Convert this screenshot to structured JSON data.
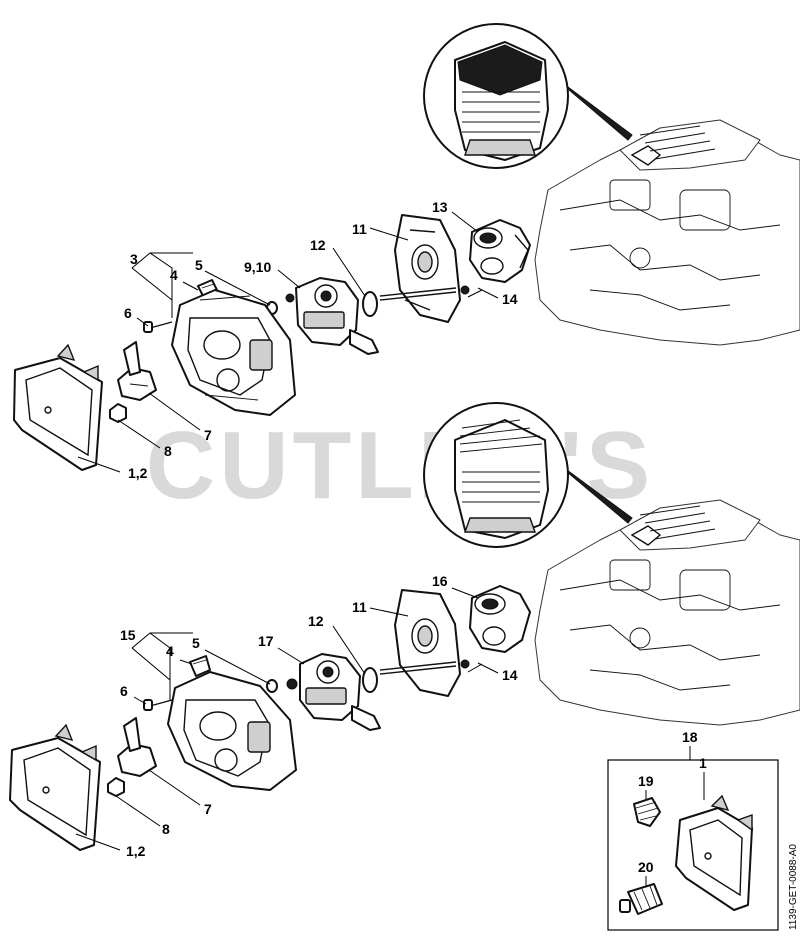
{
  "watermark": "CUTLER'S",
  "doc_ref": "1139-GET-0088-A0",
  "top_callouts": {
    "c3": "3",
    "c4": "4",
    "c5": "5",
    "c6": "6",
    "c7": "7",
    "c8": "8",
    "c12": "1,2",
    "c910": "9,10",
    "c12b": "12",
    "c11": "11",
    "c13": "13",
    "c14": "14"
  },
  "bottom_callouts": {
    "c15": "15",
    "c4": "4",
    "c5": "5",
    "c6": "6",
    "c7": "7",
    "c8": "8",
    "c12": "1,2",
    "c17": "17",
    "c12b": "12",
    "c11": "11",
    "c16": "16",
    "c14": "14"
  },
  "kit": {
    "c18": "18",
    "c19": "19",
    "c1": "1",
    "c20": "20"
  }
}
